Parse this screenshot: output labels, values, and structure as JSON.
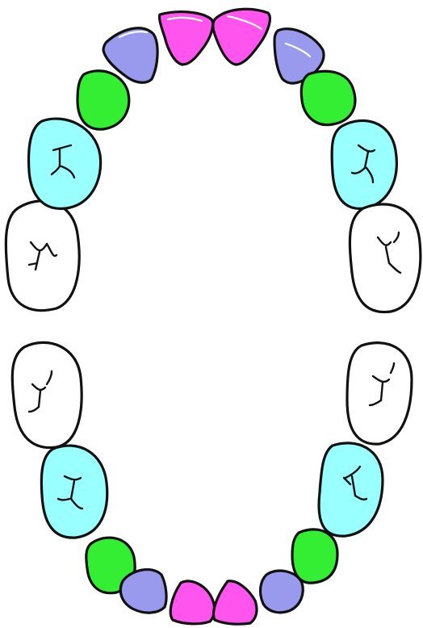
{
  "colors": {
    "central_incisor": "#ff55ee",
    "lateral_incisor": "#9999ee",
    "canine": "#33ee33",
    "first_molar": "#99ffff",
    "second_molar": "#ffffff",
    "outline": "#111111"
  },
  "arches": {
    "upper": {
      "teeth": [
        {
          "type": "second_molar",
          "side": "right"
        },
        {
          "type": "first_molar",
          "side": "right"
        },
        {
          "type": "canine",
          "side": "right"
        },
        {
          "type": "lateral_incisor",
          "side": "right"
        },
        {
          "type": "central_incisor",
          "side": "right"
        },
        {
          "type": "central_incisor",
          "side": "left"
        },
        {
          "type": "lateral_incisor",
          "side": "left"
        },
        {
          "type": "canine",
          "side": "left"
        },
        {
          "type": "first_molar",
          "side": "left"
        },
        {
          "type": "second_molar",
          "side": "left"
        }
      ]
    },
    "lower": {
      "teeth": [
        {
          "type": "second_molar",
          "side": "right"
        },
        {
          "type": "first_molar",
          "side": "right"
        },
        {
          "type": "canine",
          "side": "right"
        },
        {
          "type": "lateral_incisor",
          "side": "right"
        },
        {
          "type": "central_incisor",
          "side": "right"
        },
        {
          "type": "central_incisor",
          "side": "left"
        },
        {
          "type": "lateral_incisor",
          "side": "left"
        },
        {
          "type": "canine",
          "side": "left"
        },
        {
          "type": "first_molar",
          "side": "left"
        },
        {
          "type": "second_molar",
          "side": "left"
        }
      ]
    }
  }
}
